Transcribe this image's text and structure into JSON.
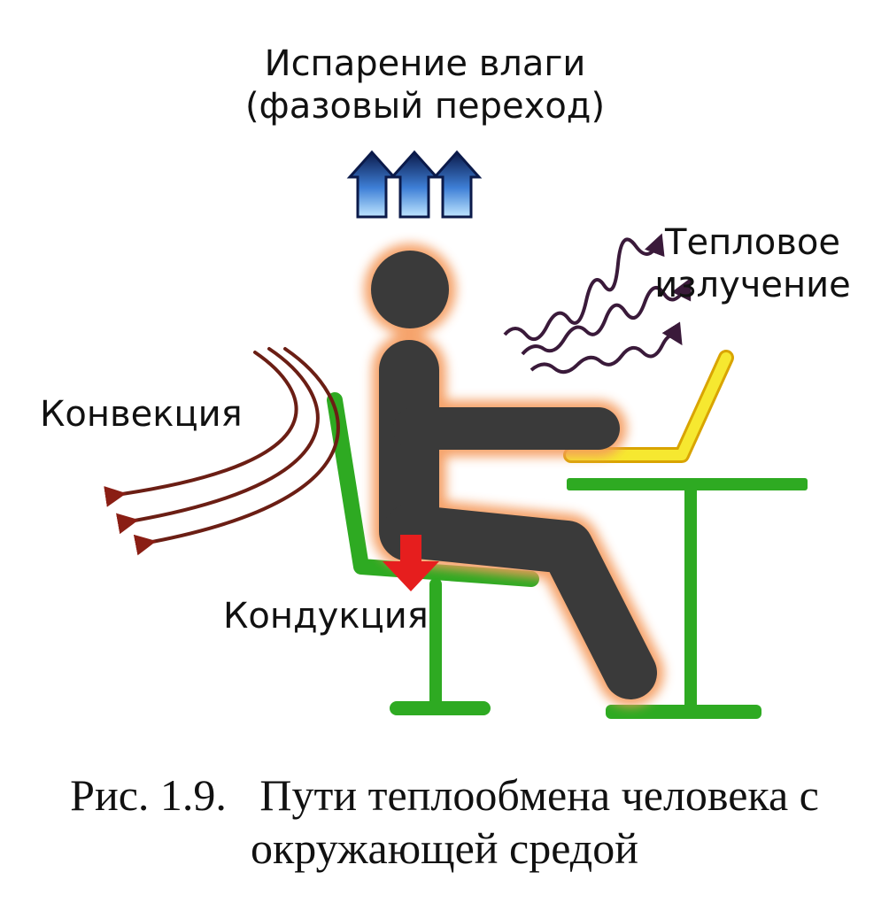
{
  "labels": {
    "evaporation_line1": "Испарение влаги",
    "evaporation_line2": "(фазовый переход)",
    "radiation_line1": "Тепловое",
    "radiation_line2": "излучение",
    "convection": "Конвекция",
    "conduction": "Кондукция"
  },
  "caption": {
    "line1": "Рис. 1.9.   Пути теплообмена человека с",
    "line2": "окружающей средой"
  },
  "colors": {
    "body": "#3a3a3a",
    "glow": "#f49a5c",
    "furniture": "#2eaa22",
    "laptop": "#f0e21a",
    "conduction_arrow": "#e61e1e",
    "convection_lines": "#6b1e14",
    "radiation_waves": "#3a1a3a",
    "evaporation_arrow": "#1a2a6a"
  },
  "icons": [
    "evaporation-arrow-icon",
    "radiation-wave-icon",
    "convection-arrow-icon",
    "conduction-arrow-icon"
  ]
}
